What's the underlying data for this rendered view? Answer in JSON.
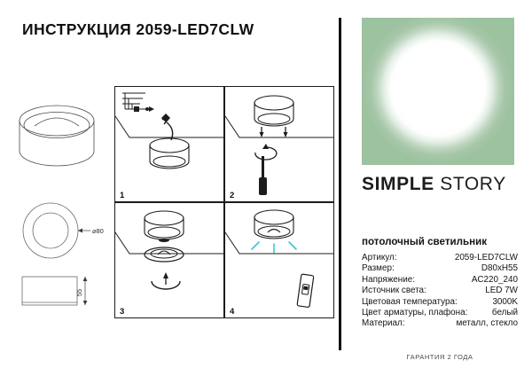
{
  "document": {
    "title": "ИНСТРУКЦИЯ 2059-LED7CLW"
  },
  "drawings": {
    "diameter_label": "⌀80",
    "height_label": "55"
  },
  "steps": [
    {
      "number": "1",
      "name": "wiring-and-lamp"
    },
    {
      "number": "2",
      "name": "mount-and-screw"
    },
    {
      "number": "3",
      "name": "attach-diffuser"
    },
    {
      "number": "4",
      "name": "power-on-switch"
    }
  ],
  "brand": {
    "logo_bold": "SIMPLE",
    "logo_regular": "STORY",
    "panel_color": "#9dc2a0",
    "glow_color": "#ffffff"
  },
  "product": {
    "subtitle": "потолочный светильник",
    "specs": [
      {
        "label": "Артикул:",
        "value": "2059-LED7CLW"
      },
      {
        "label": "Размер:",
        "value": "D80xH55"
      },
      {
        "label": "Напряжение:",
        "value": "AC220_240"
      },
      {
        "label": "Источник света:",
        "value": "LED 7W"
      },
      {
        "label": "Цветовая температура:",
        "value": "3000K"
      },
      {
        "label": "Цвет арматуры, плафона:",
        "value": "белый"
      },
      {
        "label": "Материал:",
        "value": "металл, стекло"
      }
    ]
  },
  "footer": {
    "warranty": "ГАРАНТИЯ 2 ГОДА"
  },
  "colors": {
    "light_ray": "#3cc6cf",
    "line": "#1c1c1c",
    "divider": "#121212"
  }
}
